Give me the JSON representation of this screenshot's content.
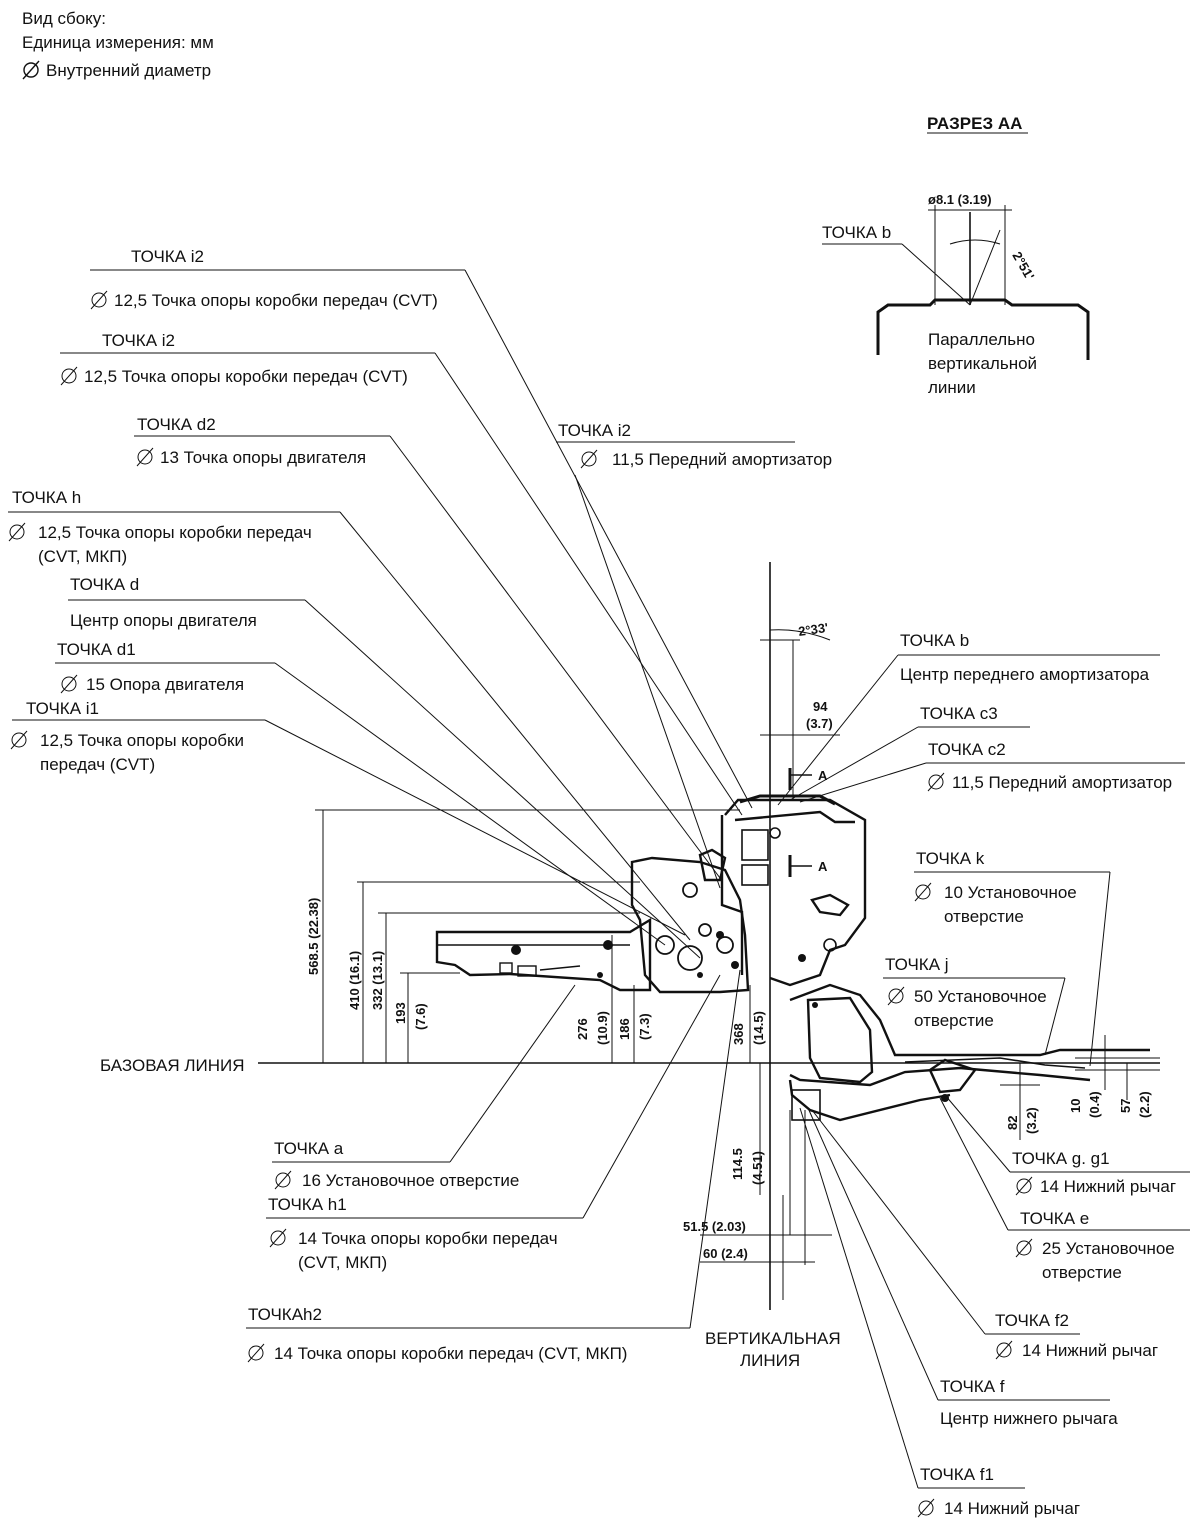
{
  "legend": {
    "line1": "Вид сбоку:",
    "line2": "Единица измерения: мм",
    "line3": "Внутренний диаметр"
  },
  "section": {
    "title": "РАЗРЕЗ АА",
    "dim": "ø8.1 (3.19)",
    "angle": "2°51'",
    "point_label": "ТОЧКА b",
    "note_line1": "Параллельно",
    "note_line2": "вертикальной",
    "note_line3": "линии"
  },
  "callouts": {
    "i2_top": {
      "title": "ТОЧКА i2",
      "desc": "12,5 Точка опоры коробки передач (CVT)"
    },
    "i2_second": {
      "title": "ТОЧКА i2",
      "desc": "12,5 Точка опоры коробки передач (CVT)"
    },
    "d2": {
      "title": "ТОЧКА d2",
      "desc": "13 Точка опоры двигателя"
    },
    "i2_shock": {
      "title": "ТОЧКА i2",
      "desc": "11,5 Передний амортизатор"
    },
    "h": {
      "title": "ТОЧКА h",
      "desc1": "12,5 Точка опоры коробки передач",
      "desc2": "(CVT, МКП)"
    },
    "d": {
      "title": "ТОЧКА d",
      "desc": "Центр опоры двигателя"
    },
    "d1": {
      "title": "ТОЧКА d1",
      "desc": "15 Опора двигателя"
    },
    "i1": {
      "title": "ТОЧКА i1",
      "desc1": "12,5 Точка опоры коробки",
      "desc2": "передач (CVT)"
    },
    "b": {
      "title": "ТОЧКА b",
      "desc": "Центр переднего амортизатора"
    },
    "c3": {
      "title": "ТОЧКА c3"
    },
    "c2": {
      "title": "ТОЧКА c2",
      "desc": "11,5 Передний амортизатор"
    },
    "k": {
      "title": "ТОЧКА k",
      "desc1": "10 Установочное",
      "desc2": "отверстие"
    },
    "j": {
      "title": "ТОЧКА j",
      "desc1": "50 Установочное",
      "desc2": "отверстие"
    },
    "a": {
      "title": "ТОЧКА a",
      "desc": "16 Установочное отверстие"
    },
    "h1": {
      "title": "ТОЧКА h1",
      "desc1": "14 Точка опоры коробки передач",
      "desc2": "(CVT, МКП)"
    },
    "h2": {
      "title": "ТОЧКАh2",
      "desc": "14 Точка опоры коробки передач (CVT, МКП)"
    },
    "g": {
      "title": "ТОЧКА g. g1",
      "desc": "14 Нижний рычаг"
    },
    "e": {
      "title": "ТОЧКА e",
      "desc1": "25 Установочное",
      "desc2": "отверстие"
    },
    "f2": {
      "title": "ТОЧКА f2",
      "desc": "14 Нижний рычаг"
    },
    "f": {
      "title": "ТОЧКА f",
      "desc": "Центр нижнего рычага"
    },
    "f1": {
      "title": "ТОЧКА f1",
      "desc": "14 Нижний рычаг"
    }
  },
  "lines": {
    "base": "БАЗОВАЯ ЛИНИЯ",
    "vertical1": "ВЕРТИКАЛЬНАЯ",
    "vertical2": "ЛИНИЯ"
  },
  "dimensions": {
    "angle_top": "2°33'",
    "d94": "94",
    "d94i": "(3.7)",
    "marker_a": "A",
    "d568": "568.5 (22.38)",
    "d410": "410 (16.1)",
    "d332": "332 (13.1)",
    "d193": "193",
    "d193i": "(7.6)",
    "d276": "276",
    "d276i": "(10.9)",
    "d186": "186",
    "d186i": "(7.3)",
    "d368": "368",
    "d368i": "(14.5)",
    "d114": "114.5",
    "d114i": "(4.51)",
    "d515": "51.5 (2.03)",
    "d60": "60 (2.4)",
    "d82": "82",
    "d82i": "(3.2)",
    "d10": "10",
    "d10i": "(0.4)",
    "d57": "57",
    "d57i": "(2.2)"
  }
}
